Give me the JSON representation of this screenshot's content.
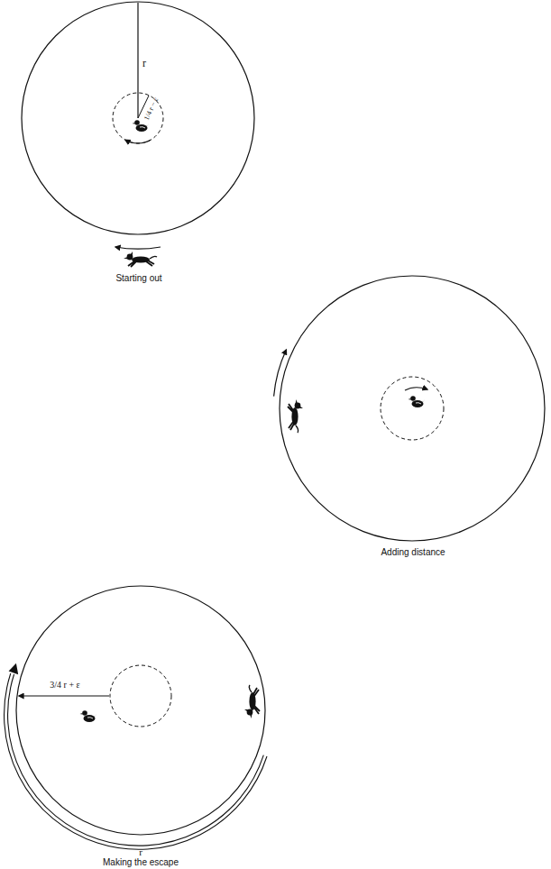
{
  "diagram": {
    "labels": [
      "r",
      "1/4 r − ε",
      "Starting out",
      "Adding distance",
      "3/4 r + ε",
      "r",
      "Making the escape"
    ]
  }
}
